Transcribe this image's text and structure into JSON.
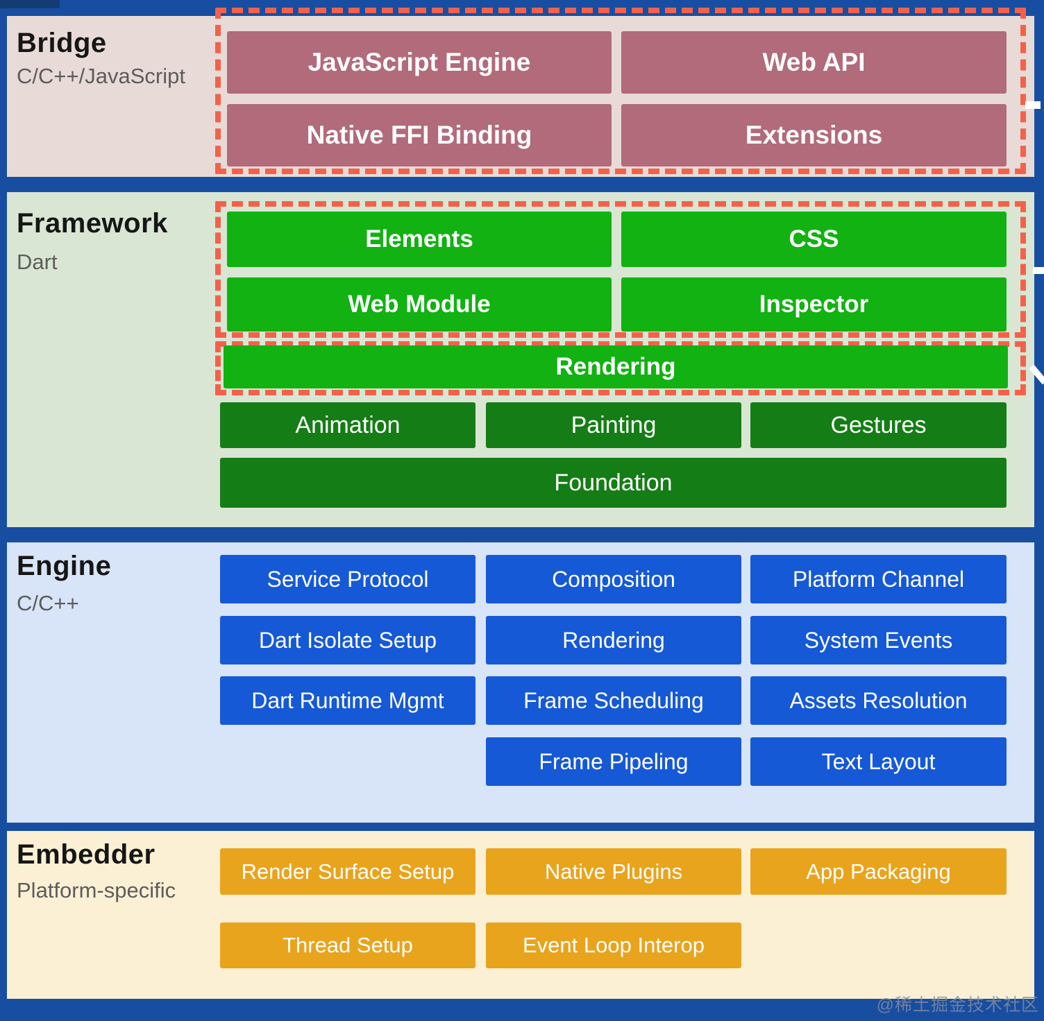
{
  "page": {
    "watermark": "@稀土掘金技术社区"
  },
  "colors": {
    "background": "#184EA1",
    "dash_border": "#F4614B",
    "connector": "#FFFFFF",
    "bridge_panel": "#E8DBD7",
    "bridge_box": "#B16B7B",
    "framework_panel": "#D9E6D4",
    "framework_box_bright": "#11B211",
    "framework_box_dark": "#157D15",
    "engine_panel": "#D8E4F7",
    "engine_box": "#1659D6",
    "embedder_panel": "#FBF0D3",
    "embedder_box": "#E9A41D",
    "box_text": "#FFFFFF",
    "title_text": "#161616",
    "subtitle_text": "#5C5C5C"
  },
  "sections": {
    "bridge": {
      "title": "Bridge",
      "subtitle": "C/C++/JavaScript",
      "boxes": [
        "JavaScript Engine",
        "Web API",
        "Native FFI Binding",
        "Extensions"
      ]
    },
    "framework": {
      "title": "Framework",
      "subtitle": "Dart",
      "dashed_boxes": [
        "Elements",
        "CSS",
        "Web Module",
        "Inspector"
      ],
      "rendering": "Rendering",
      "dark_boxes": [
        "Animation",
        "Painting",
        "Gestures"
      ],
      "foundation": "Foundation"
    },
    "engine": {
      "title": "Engine",
      "subtitle": "C/C++",
      "boxes": [
        "Service Protocol",
        "Composition",
        "Platform Channel",
        "Dart Isolate Setup",
        "Rendering",
        "System Events",
        "Dart Runtime Mgmt",
        "Frame Scheduling",
        "Assets Resolution",
        "Frame Pipeling",
        "Text Layout"
      ]
    },
    "embedder": {
      "title": "Embedder",
      "subtitle": "Platform-specific",
      "boxes": [
        "Render Surface Setup",
        "Native Plugins",
        "App Packaging",
        "Thread Setup",
        "Event Loop Interop"
      ]
    }
  }
}
